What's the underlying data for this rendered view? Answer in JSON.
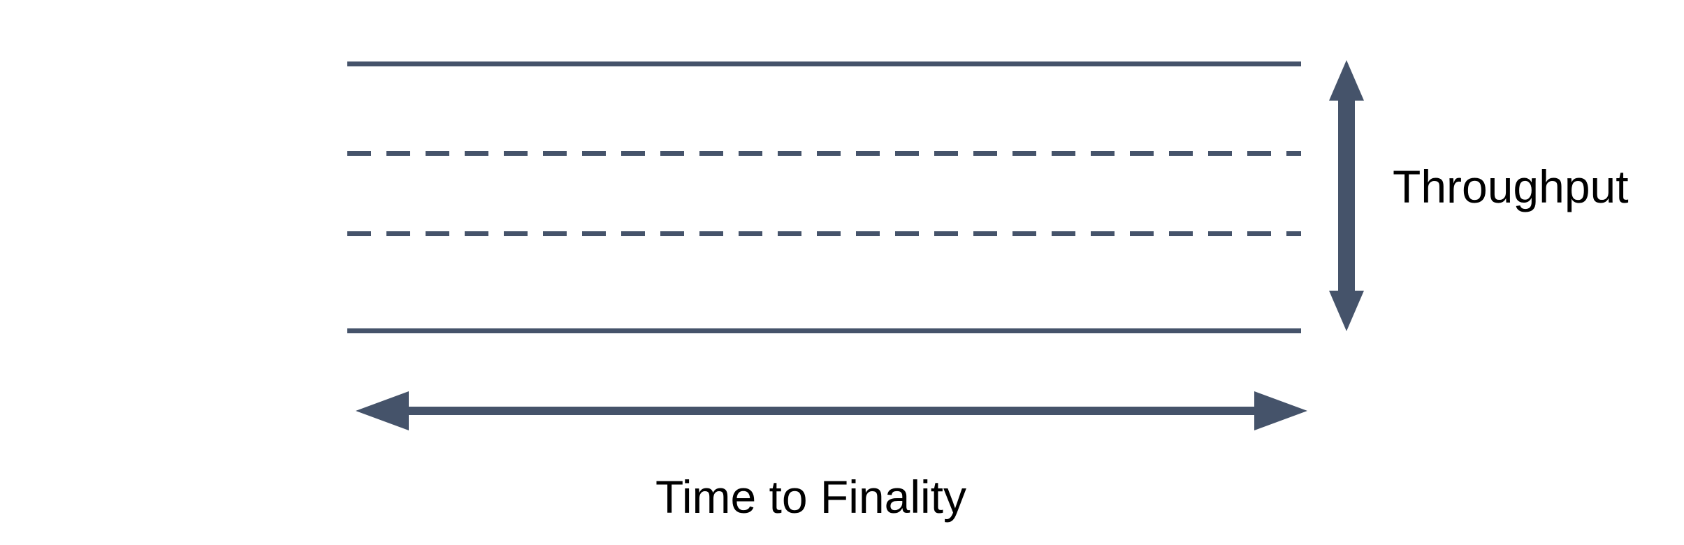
{
  "diagram": {
    "title_present": false,
    "background_color": "#ffffff",
    "stroke_color": "#45536A",
    "text_color": "#000000",
    "labels": {
      "vertical_axis": "Throughput",
      "horizontal_axis": "Time to Finality"
    },
    "icons": {
      "vertical_arrow": "double-headed-vertical-arrow-icon",
      "horizontal_arrow": "double-headed-horizontal-arrow-icon"
    },
    "lanes": [
      {
        "name": "edge-line-top",
        "style": "solid"
      },
      {
        "name": "divider-line-upper",
        "style": "dashed"
      },
      {
        "name": "divider-line-lower",
        "style": "dashed"
      },
      {
        "name": "edge-line-bottom",
        "style": "solid"
      }
    ]
  }
}
